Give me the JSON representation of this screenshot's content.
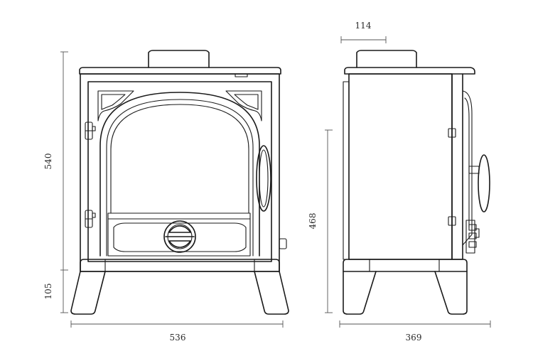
{
  "dimensions": {
    "front_width": "536",
    "front_height_body": "540",
    "front_height_legs": "105",
    "side_depth": "369",
    "side_height_flue": "468",
    "flue_offset": "114"
  },
  "colors": {
    "ink": "#1a1a1a",
    "dimension_line": "#555555",
    "background": "#ffffff"
  }
}
